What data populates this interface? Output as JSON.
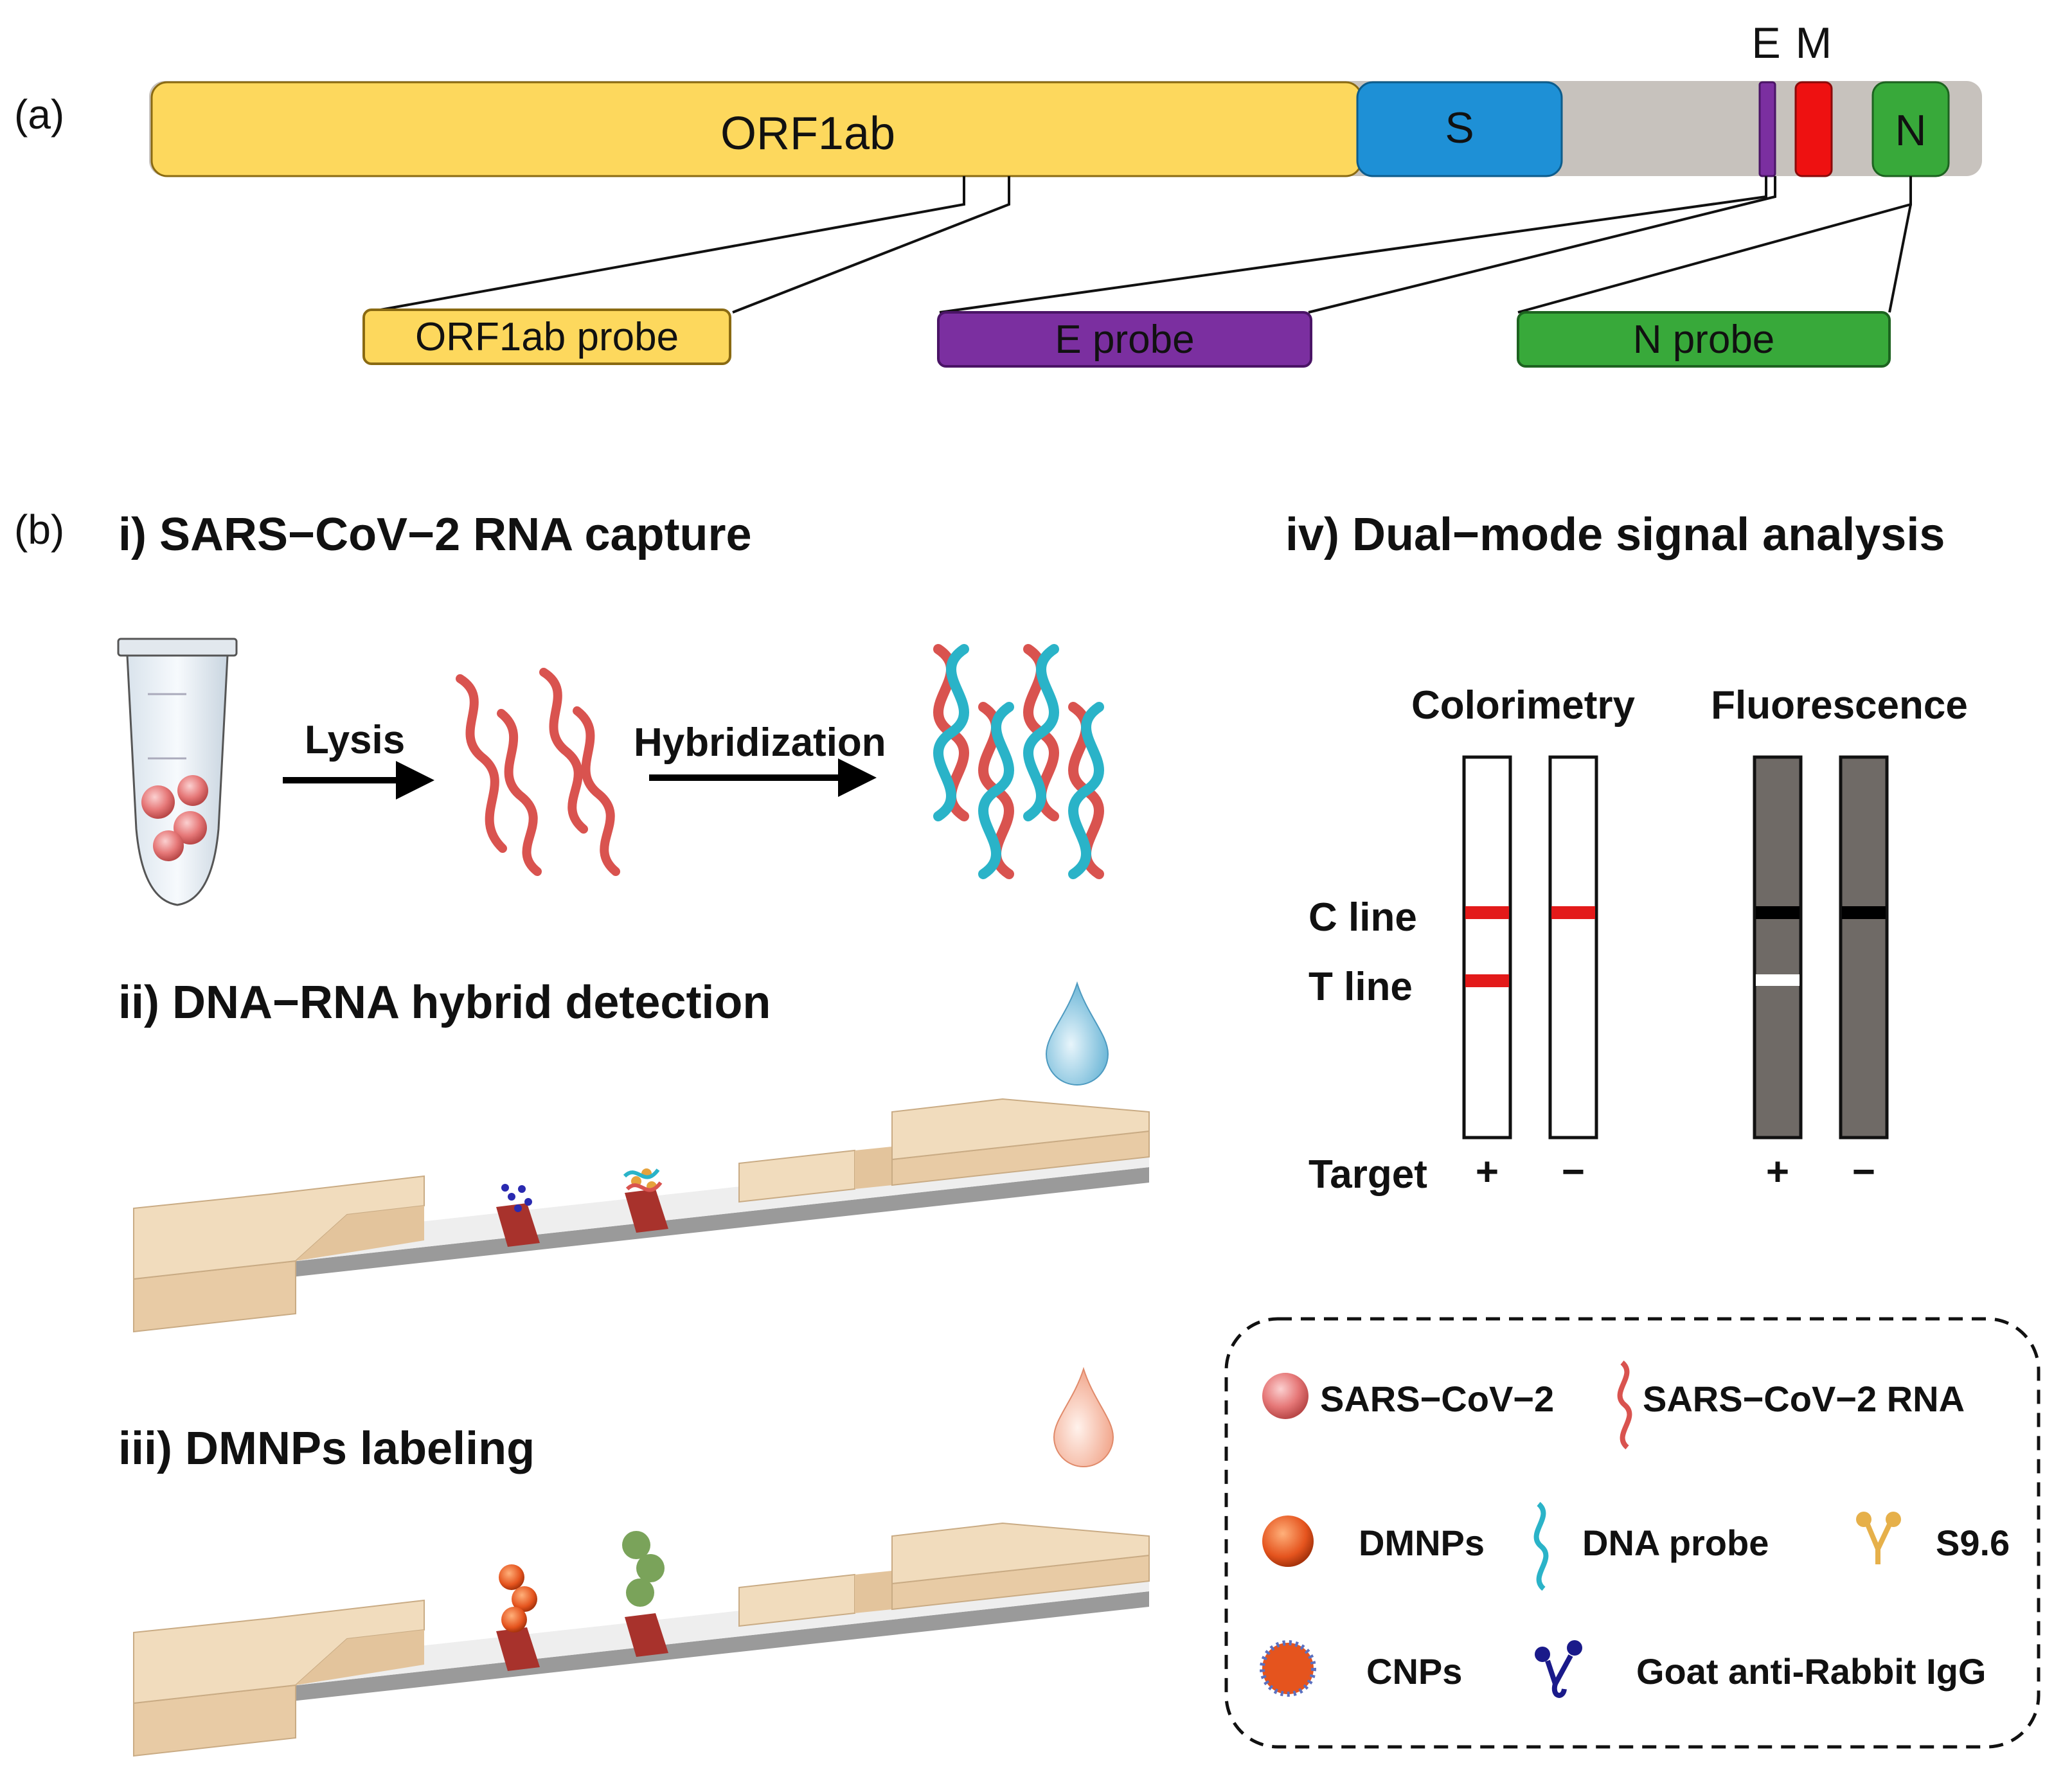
{
  "panel_a": {
    "label": "(a)",
    "genes": [
      {
        "name": "ORF1ab",
        "color": "#FDD85D"
      },
      {
        "name": "S",
        "color": "#1E90D6"
      },
      {
        "name": "E",
        "color": "#7B2FA0"
      },
      {
        "name": "M",
        "color": "#EE1111"
      },
      {
        "name": "N",
        "color": "#38A93A"
      }
    ],
    "backbone_color": "#C7C2BD",
    "probes": [
      {
        "name": "ORF1ab probe",
        "color": "#FDD85D"
      },
      {
        "name": "E probe",
        "color": "#7B2FA0"
      },
      {
        "name": "N probe",
        "color": "#38A93A"
      }
    ]
  },
  "panel_b": {
    "label": "(b)",
    "step1": {
      "title": "i) SARS−CoV−2 RNA capture",
      "lysis": "Lysis",
      "hybridization": "Hybridization"
    },
    "step2": {
      "title": "ii) DNA−RNA hybrid detection"
    },
    "step3": {
      "title": "iii) DMNPs labeling"
    },
    "step4": {
      "title": "iv) Dual−mode signal analysis",
      "colorimetry": "Colorimetry",
      "fluorescence": "Fluorescence",
      "c_line": "C line",
      "t_line": "T line",
      "target": "Target",
      "plus": "+",
      "minus": "−"
    },
    "legend": {
      "sars": "SARS−CoV−2",
      "sars_rna": "SARS−CoV−2  RNA",
      "dmnps": "DMNPs",
      "dna_probe": "DNA probe",
      "s96": "S9.6",
      "cnps": "CNPs",
      "goat": "Goat anti-Rabbit IgG"
    }
  }
}
